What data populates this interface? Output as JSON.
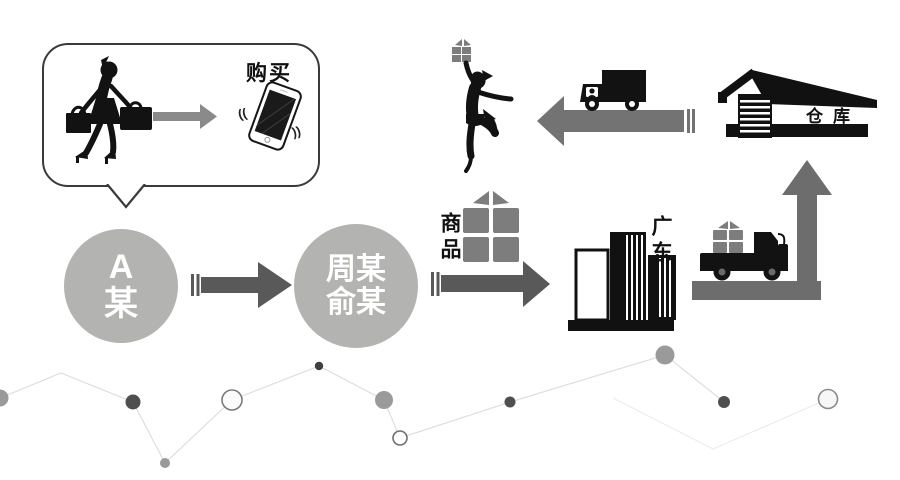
{
  "diagram_title": "purchase-and-delivery-flow",
  "bubble": {
    "buy_label": "购买",
    "vibration_left": "((",
    "vibration_right": "))"
  },
  "nodes": {
    "buyer_label": "A\n某",
    "middlemen_label": "周某\n俞某"
  },
  "labels": {
    "goods": "商品",
    "region": "广东",
    "warehouse": "仓库"
  },
  "icons": {
    "shopper": "shopper-woman-icon",
    "smartphone": "smartphone-icon",
    "gift": "gift-box-icon",
    "buildings": "city-buildings-icon",
    "pickup_truck": "pickup-truck-icon",
    "warehouse": "warehouse-icon",
    "delivery_truck": "delivery-truck-icon",
    "jumper": "jumping-person-icon"
  },
  "colors": {
    "node_fill": "#b3b3b1",
    "arrow_dark": "#595959",
    "arrow_medium": "#6d6d6d",
    "arrow_light": "#737373",
    "bubble_arrow": "#8a8a8a",
    "gift_gray": "#7d7d7d",
    "ink": "#121212",
    "decoration_line": "#dedede"
  }
}
